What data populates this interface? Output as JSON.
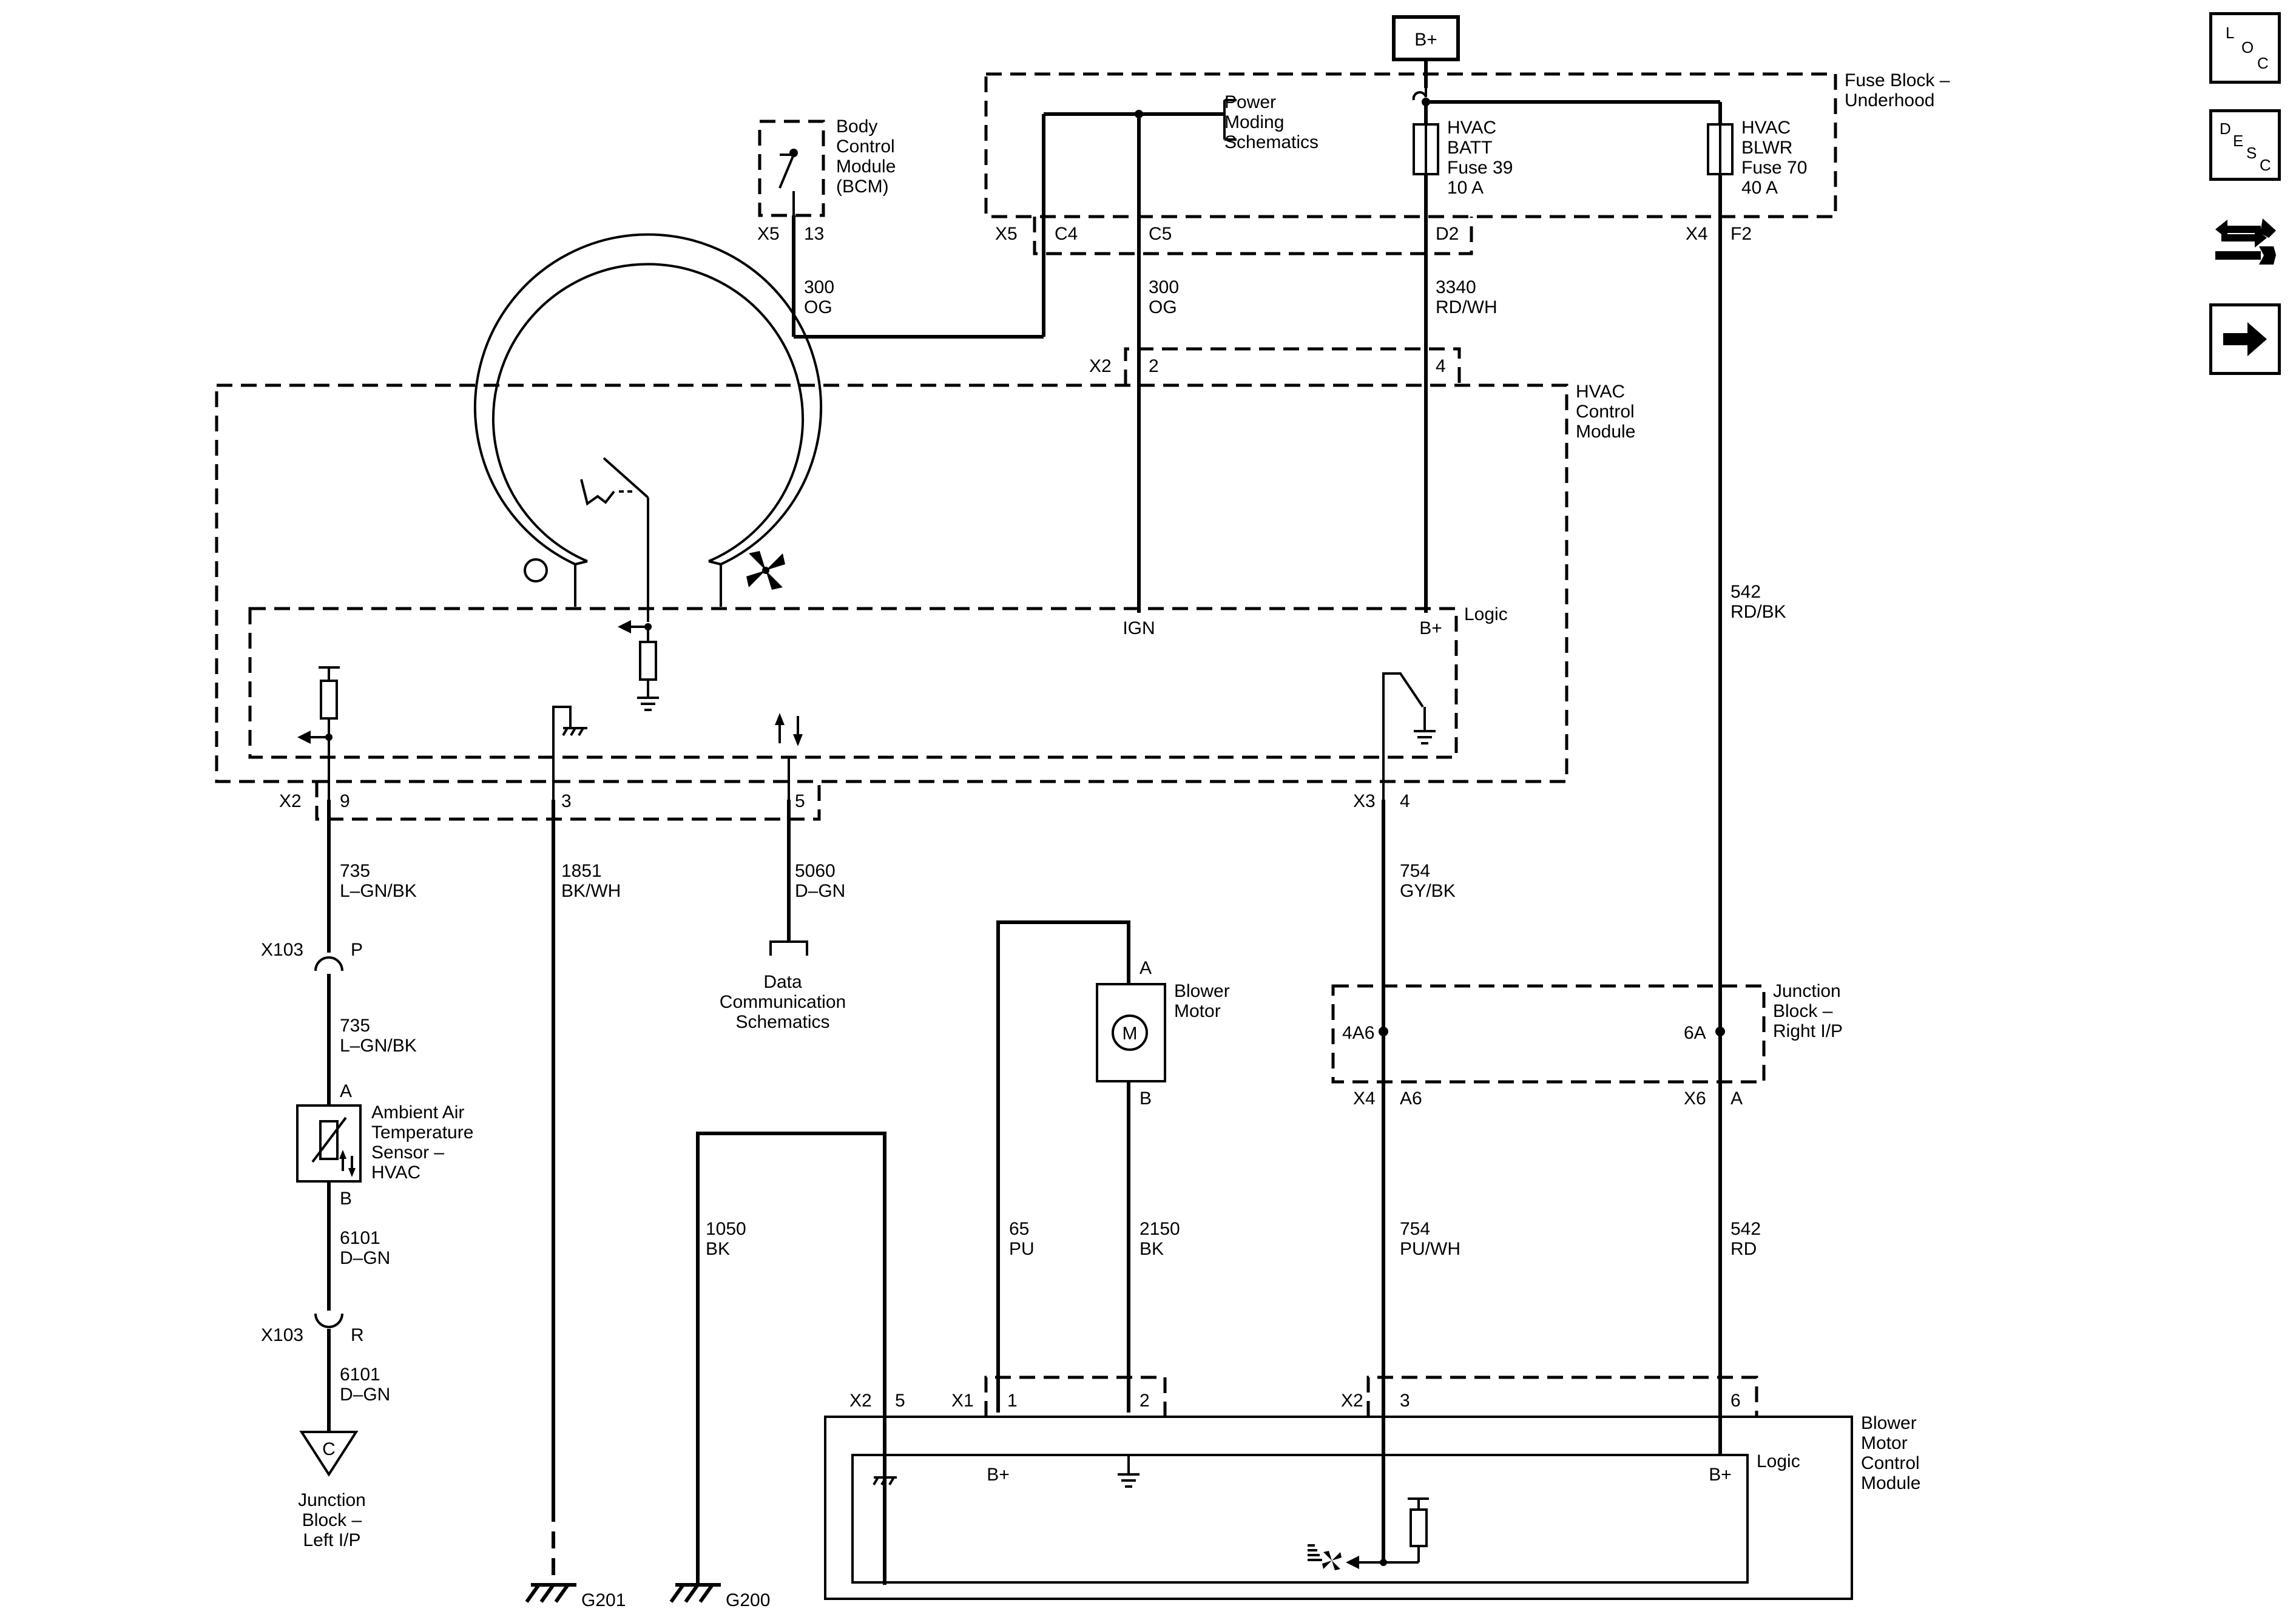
{
  "battery_label": "B+",
  "nav": {
    "loc": [
      "L",
      "O",
      "C"
    ],
    "desc": [
      "D",
      "E",
      "S",
      "C"
    ]
  },
  "labels": {
    "fuse_block": [
      "Fuse Block –",
      "Underhood"
    ],
    "power_moding": [
      "Power",
      "Moding",
      "Schematics"
    ],
    "bcm": [
      "Body",
      "Control",
      "Module",
      "(BCM)"
    ],
    "fuse39": [
      "HVAC",
      "BATT",
      "Fuse 39",
      "10 A"
    ],
    "fuse70": [
      "HVAC",
      "BLWR",
      "Fuse 70",
      "40 A"
    ],
    "hvac_module": [
      "HVAC",
      "Control",
      "Module"
    ],
    "logic": "Logic",
    "ign": "IGN",
    "bplus": "B+",
    "data_comm": [
      "Data",
      "Communication",
      "Schematics"
    ],
    "sensor": [
      "Ambient Air",
      "Temperature",
      "Sensor –",
      "HVAC"
    ],
    "junction_left": [
      "Junction",
      "Block –",
      "Left I/P"
    ],
    "junction_right": [
      "Junction",
      "Block –",
      "Right I/P"
    ],
    "blower_motor": [
      "Blower",
      "Motor"
    ],
    "motor_symbol": "M",
    "bmcm": [
      "Blower",
      "Motor",
      "Control",
      "Module"
    ],
    "ground_symbol_c": "C",
    "g201": "G201",
    "g200": "G200"
  },
  "connectors": {
    "bcm_x5": "X5",
    "bcm_13": "13",
    "fb_x5": "X5",
    "fb_c4": "C4",
    "fb_c5": "C5",
    "fb_d2": "D2",
    "fb_x4": "X4",
    "fb_f2": "F2",
    "hv_x2": "X2",
    "hv_2": "2",
    "hv_4": "4",
    "hv_bot_x2": "X2",
    "hv_9": "9",
    "hv_3": "3",
    "hv_5": "5",
    "hv_x3": "X3",
    "hv_x3_4": "4",
    "x103_top": "X103",
    "x103_p": "P",
    "x103_bot": "X103",
    "x103_r": "R",
    "sens_a": "A",
    "sens_b": "B",
    "motor_a": "A",
    "motor_b": "B",
    "jb_4a6": "4A6",
    "jb_6a": "6A",
    "jb_x4": "X4",
    "jb_a6": "A6",
    "jb_x6": "X6",
    "jb_a": "A",
    "bm_x2": "X2",
    "bm_5": "5",
    "bm_x1": "X1",
    "bm_1": "1",
    "bm_2": "2",
    "bm_x2b": "X2",
    "bm_3": "3",
    "bm_6": "6"
  },
  "wires": [
    {
      "id": "w300a",
      "circuit": "300",
      "color": "OG"
    },
    {
      "id": "w300b",
      "circuit": "300",
      "color": "OG"
    },
    {
      "id": "w3340",
      "circuit": "3340",
      "color": "RD/WH"
    },
    {
      "id": "w542a",
      "circuit": "542",
      "color": "RD/BK"
    },
    {
      "id": "w735a",
      "circuit": "735",
      "color": "L–GN/BK"
    },
    {
      "id": "w1851",
      "circuit": "1851",
      "color": "BK/WH"
    },
    {
      "id": "w5060",
      "circuit": "5060",
      "color": "D–GN"
    },
    {
      "id": "w754a",
      "circuit": "754",
      "color": "GY/BK"
    },
    {
      "id": "w735b",
      "circuit": "735",
      "color": "L–GN/BK"
    },
    {
      "id": "w6101a",
      "circuit": "6101",
      "color": "D–GN"
    },
    {
      "id": "w6101b",
      "circuit": "6101",
      "color": "D–GN"
    },
    {
      "id": "w1050",
      "circuit": "1050",
      "color": "BK"
    },
    {
      "id": "w65",
      "circuit": "65",
      "color": "PU"
    },
    {
      "id": "w2150",
      "circuit": "2150",
      "color": "BK"
    },
    {
      "id": "w754b",
      "circuit": "754",
      "color": "PU/WH"
    },
    {
      "id": "w542b",
      "circuit": "542",
      "color": "RD"
    }
  ]
}
